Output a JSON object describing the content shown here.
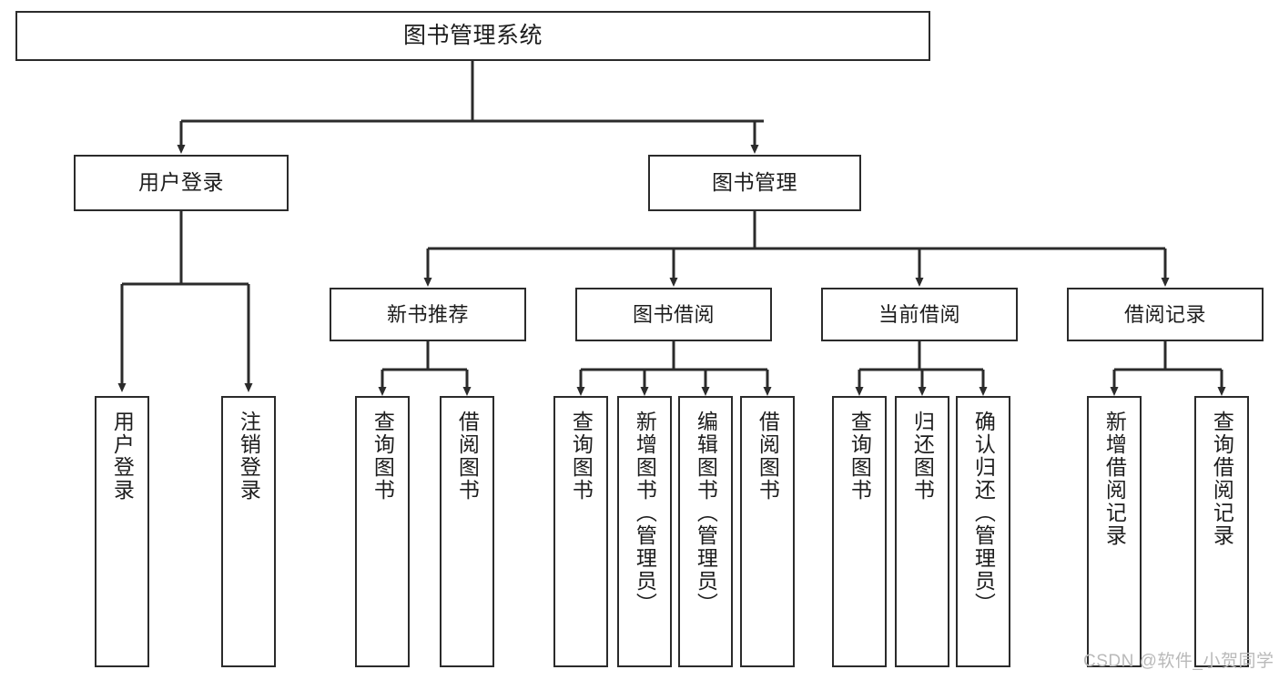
{
  "diagram": {
    "type": "hierarchy-tree",
    "title": "图书管理系统",
    "watermark": "CSDN @软件_小贺同学",
    "colors": {
      "box_border": "#2b2b2b",
      "box_fill": "#ffffff",
      "connector": "#2b2b2b",
      "background": "#ffffff",
      "watermark": "#b9b9b9"
    },
    "nodes": {
      "root": {
        "label": "图书管理系统"
      },
      "level1": [
        {
          "label": "用户登录"
        },
        {
          "label": "图书管理"
        }
      ],
      "level2": [
        {
          "label": "新书推荐"
        },
        {
          "label": "图书借阅"
        },
        {
          "label": "当前借阅"
        },
        {
          "label": "借阅记录"
        }
      ],
      "leaves": [
        {
          "label": "用户登录"
        },
        {
          "label": "注销登录"
        },
        {
          "label": "查询图书"
        },
        {
          "label": "借阅图书"
        },
        {
          "label": "查询图书"
        },
        {
          "label": "新增图书（管理员）"
        },
        {
          "label": "编辑图书（管理员）"
        },
        {
          "label": "借阅图书"
        },
        {
          "label": "查询图书"
        },
        {
          "label": "归还图书"
        },
        {
          "label": "确认归还（管理员）"
        },
        {
          "label": "新增借阅记录"
        },
        {
          "label": "查询借阅记录"
        }
      ]
    },
    "edges": [
      {
        "from": "图书管理系统",
        "to": "用户登录"
      },
      {
        "from": "图书管理系统",
        "to": "图书管理"
      },
      {
        "from": "用户登录",
        "to": "用户登录"
      },
      {
        "from": "用户登录",
        "to": "注销登录"
      },
      {
        "from": "图书管理",
        "to": "新书推荐"
      },
      {
        "from": "图书管理",
        "to": "图书借阅"
      },
      {
        "from": "图书管理",
        "to": "当前借阅"
      },
      {
        "from": "图书管理",
        "to": "借阅记录"
      },
      {
        "from": "新书推荐",
        "to": "查询图书"
      },
      {
        "from": "新书推荐",
        "to": "借阅图书"
      },
      {
        "from": "图书借阅",
        "to": "查询图书"
      },
      {
        "from": "图书借阅",
        "to": "新增图书（管理员）"
      },
      {
        "from": "图书借阅",
        "to": "编辑图书（管理员）"
      },
      {
        "from": "图书借阅",
        "to": "借阅图书"
      },
      {
        "from": "当前借阅",
        "to": "查询图书"
      },
      {
        "from": "当前借阅",
        "to": "归还图书"
      },
      {
        "from": "当前借阅",
        "to": "确认归还（管理员）"
      },
      {
        "from": "借阅记录",
        "to": "新增借阅记录"
      },
      {
        "from": "借阅记录",
        "to": "查询借阅记录"
      }
    ]
  }
}
